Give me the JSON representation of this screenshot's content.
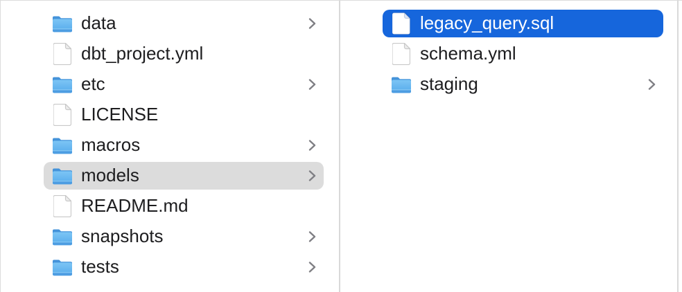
{
  "app": "finder-column-view",
  "columns": [
    {
      "name": "left",
      "items": [
        {
          "label": "data",
          "icon": "folder-icon",
          "chevron": true,
          "selected": "none"
        },
        {
          "label": "dbt_project.yml",
          "icon": "document-icon",
          "chevron": false,
          "selected": "none"
        },
        {
          "label": "etc",
          "icon": "folder-icon",
          "chevron": true,
          "selected": "none"
        },
        {
          "label": "LICENSE",
          "icon": "document-icon",
          "chevron": false,
          "selected": "none"
        },
        {
          "label": "macros",
          "icon": "folder-icon",
          "chevron": true,
          "selected": "none"
        },
        {
          "label": "models",
          "icon": "folder-icon",
          "chevron": true,
          "selected": "gray"
        },
        {
          "label": "README.md",
          "icon": "document-icon",
          "chevron": false,
          "selected": "none"
        },
        {
          "label": "snapshots",
          "icon": "folder-icon",
          "chevron": true,
          "selected": "none"
        },
        {
          "label": "tests",
          "icon": "folder-icon",
          "chevron": true,
          "selected": "none"
        }
      ]
    },
    {
      "name": "right",
      "items": [
        {
          "label": "legacy_query.sql",
          "icon": "document-icon",
          "chevron": false,
          "selected": "blue"
        },
        {
          "label": "schema.yml",
          "icon": "document-icon",
          "chevron": false,
          "selected": "none"
        },
        {
          "label": "staging",
          "icon": "folder-icon",
          "chevron": true,
          "selected": "none"
        }
      ]
    }
  ],
  "colors": {
    "selection_blue": "#1666dc",
    "selection_gray": "#dcdcdc",
    "divider": "#d9d9d9",
    "text": "#1d1d1f",
    "selected_text": "#ffffff",
    "chevron": "#7f7f84",
    "folder_light": "#72bff3",
    "folder_dark": "#4493da"
  }
}
